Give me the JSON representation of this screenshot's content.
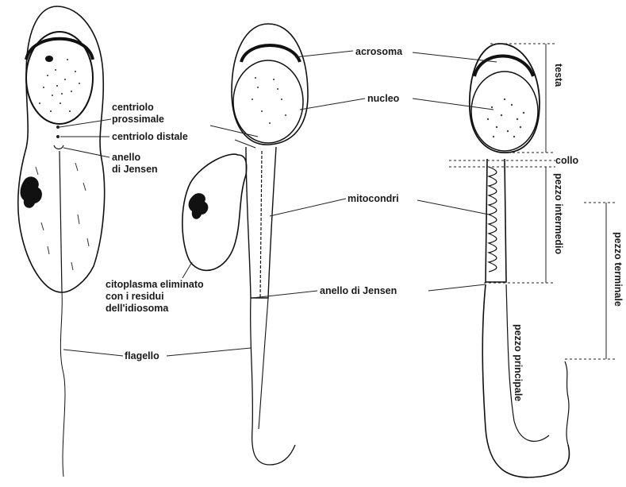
{
  "labels": {
    "acrosoma": "acrosoma",
    "nucleo": "nucleo",
    "centriolo_prossimale_1": "centriolo",
    "centriolo_prossimale_2": "prossimale",
    "centriolo_distale": "centriolo distale",
    "anello_jensen_1": "anello",
    "anello_jensen_2": "di Jensen",
    "mitocondri": "mitocondri",
    "citoplasma_1": "citoplasma eliminato",
    "citoplasma_2": "con i residui",
    "citoplasma_3": "dell'idiosoma",
    "anello_di_jensen": "anello di Jensen",
    "flagello": "flagello",
    "testa": "testa",
    "collo": "collo",
    "pezzo_intermedio": "pezzo intermedio",
    "pezzo_terminale": "pezzo terminale",
    "pezzo_principale": "pezzo principale"
  }
}
